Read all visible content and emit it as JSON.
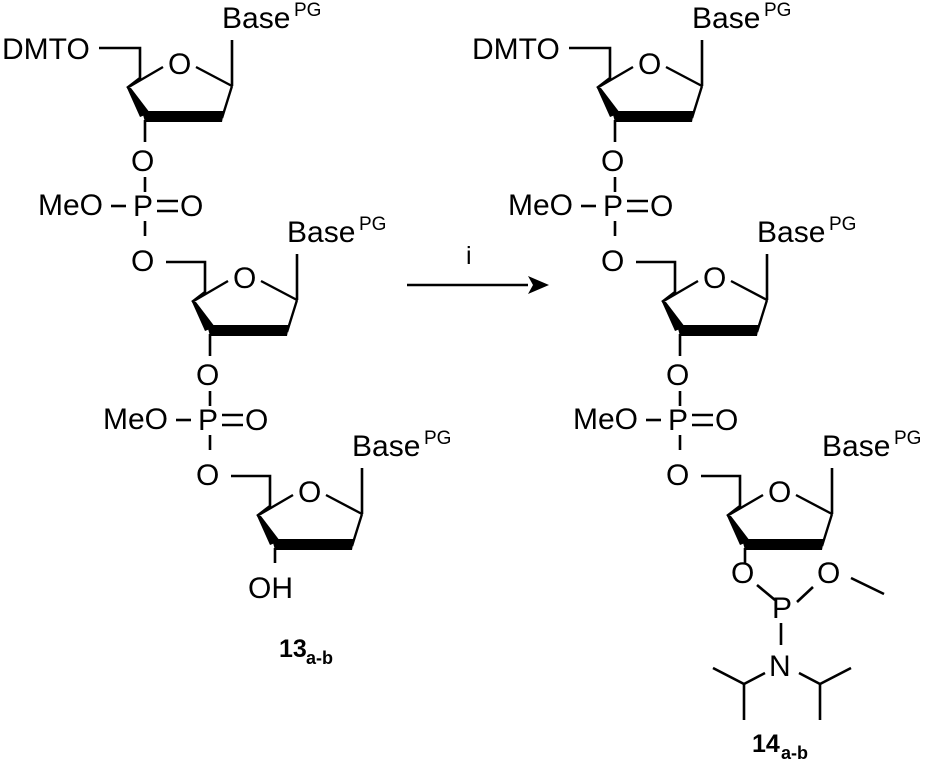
{
  "figure": {
    "type": "chemical-reaction-scheme",
    "description": "Synthesis of dimer/trimer oligonucleotide phosphoramidite building blocks",
    "background_color": "#ffffff",
    "line_color": "#000000"
  },
  "reaction": {
    "condition_label": "i",
    "arrow_direction": "left-to-right"
  },
  "reactant": {
    "compound_number": "13",
    "compound_subscript": "a-b",
    "five_prime_protecting_group": "DMTO",
    "three_prime_terminus": "OH",
    "units": [
      {
        "unit_index": 1,
        "ring_oxygen_label": "O",
        "base_label": "Base",
        "base_superscript": "PG",
        "three_prime_oxygen": "O"
      },
      {
        "unit_index": 2,
        "ring_oxygen_label": "O",
        "base_label": "Base",
        "base_superscript": "PG",
        "three_prime_oxygen": "O"
      },
      {
        "unit_index": 3,
        "ring_oxygen_label": "O",
        "base_label": "Base",
        "base_superscript": "PG",
        "three_prime_oxygen": "OH"
      }
    ],
    "phosphates": [
      {
        "index": 1,
        "left_substituent": "MeO",
        "center_atom": "P",
        "double_bond_oxygen": "O",
        "upper_oxygen": "O",
        "lower_oxygen": "O"
      },
      {
        "index": 2,
        "left_substituent": "MeO",
        "center_atom": "P",
        "double_bond_oxygen": "O",
        "upper_oxygen": "O",
        "lower_oxygen": "O"
      }
    ]
  },
  "product": {
    "compound_number": "14",
    "compound_subscript": "a-b",
    "five_prime_protecting_group": "DMTO",
    "units": [
      {
        "unit_index": 1,
        "ring_oxygen_label": "O",
        "base_label": "Base",
        "base_superscript": "PG",
        "three_prime_oxygen": "O"
      },
      {
        "unit_index": 2,
        "ring_oxygen_label": "O",
        "base_label": "Base",
        "base_superscript": "PG",
        "three_prime_oxygen": "O"
      },
      {
        "unit_index": 3,
        "ring_oxygen_label": "O",
        "base_label": "Base",
        "base_superscript": "PG",
        "three_prime_oxygen": "O"
      }
    ],
    "phosphates": [
      {
        "index": 1,
        "left_substituent": "MeO",
        "center_atom": "P",
        "double_bond_oxygen": "O",
        "upper_oxygen": "O",
        "lower_oxygen": "O"
      },
      {
        "index": 2,
        "left_substituent": "MeO",
        "center_atom": "P",
        "double_bond_oxygen": "O",
        "upper_oxygen": "O",
        "lower_oxygen": "O"
      }
    ],
    "phosphoramidite": {
      "linking_oxygen": "O",
      "phosphorus": "P",
      "methoxy_oxygen": "O",
      "nitrogen": "N",
      "amine_substituents": "diisopropyl"
    }
  }
}
